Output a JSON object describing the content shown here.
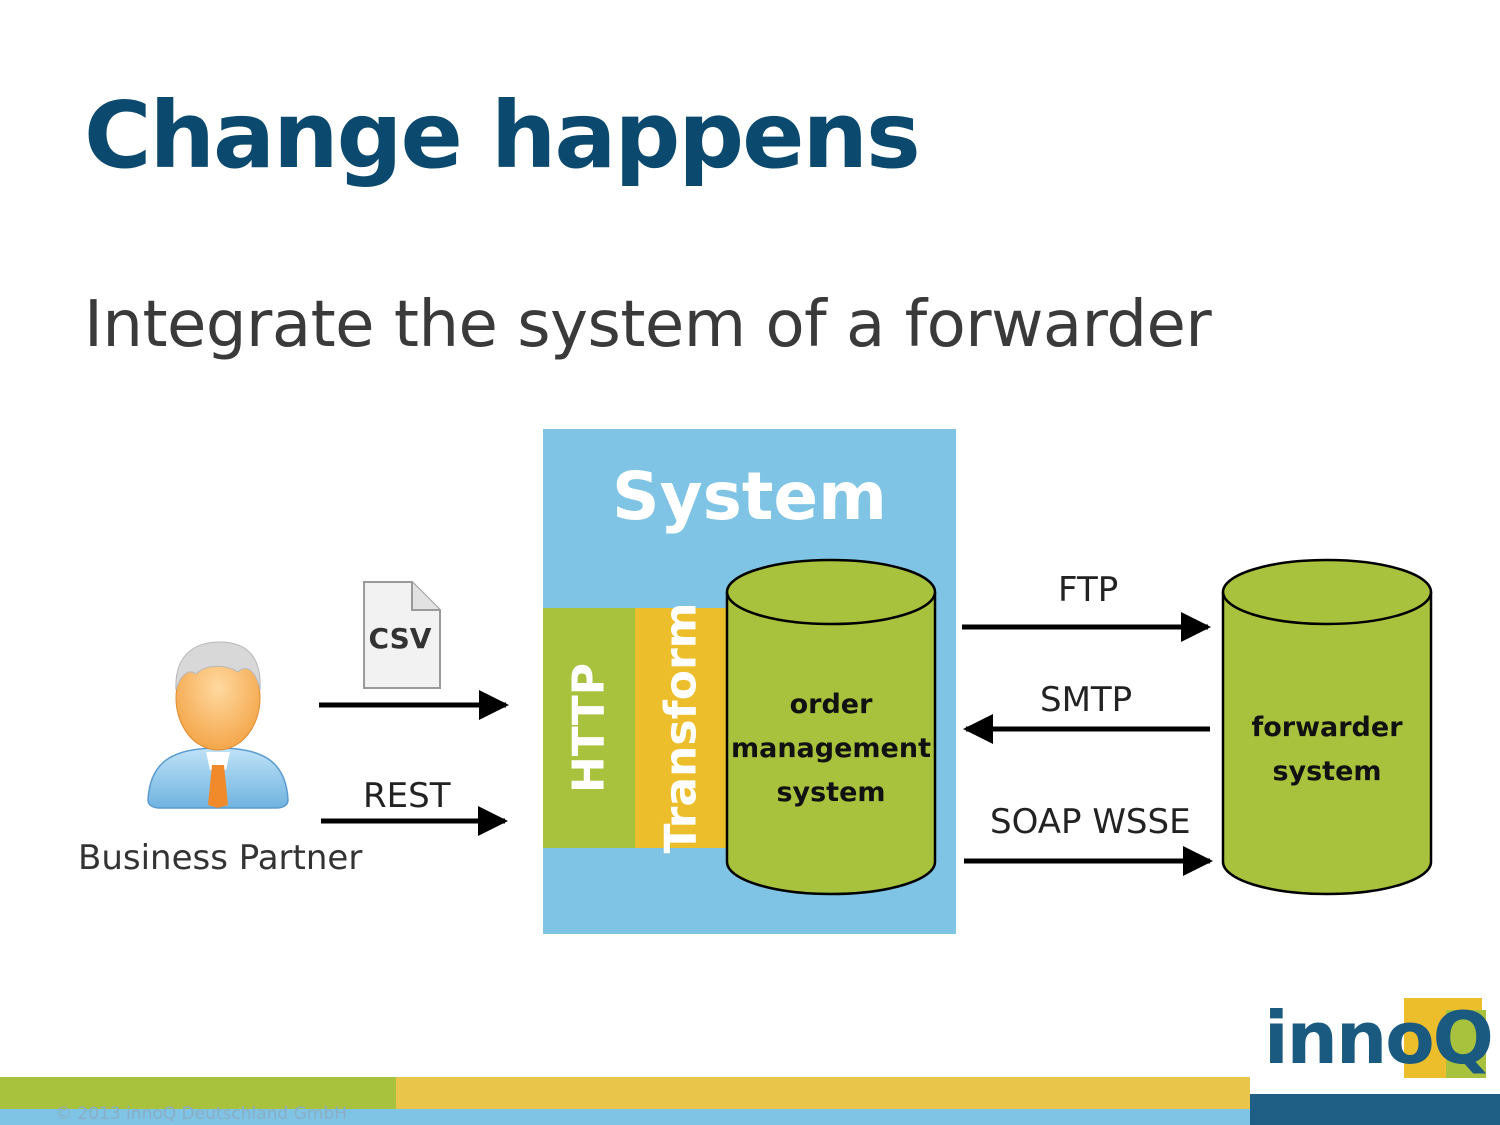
{
  "title": "Change happens",
  "subtitle": "Integrate the system of a forwarder",
  "diagram": {
    "system_label": "System",
    "http_label": "HTTP",
    "transform_label": "Transform",
    "oms_lines": [
      "order",
      "management",
      "system"
    ],
    "forwarder_lines": [
      "forwarder",
      "system"
    ],
    "business_partner": "Business Partner",
    "csv_label": "CSV",
    "rest_label": "REST",
    "ftp_label": "FTP",
    "smtp_label": "SMTP",
    "soap_label": "SOAP WSSE"
  },
  "footer": {
    "copyright": "© 2013 innoQ Deutschland GmbH",
    "logo": "innoQ"
  },
  "colors": {
    "title": "#0b4a6e",
    "system_blue": "#7fc4e4",
    "green": "#a8c23e",
    "yellow": "#ecbe2c",
    "dark_blue": "#1f5f86"
  }
}
